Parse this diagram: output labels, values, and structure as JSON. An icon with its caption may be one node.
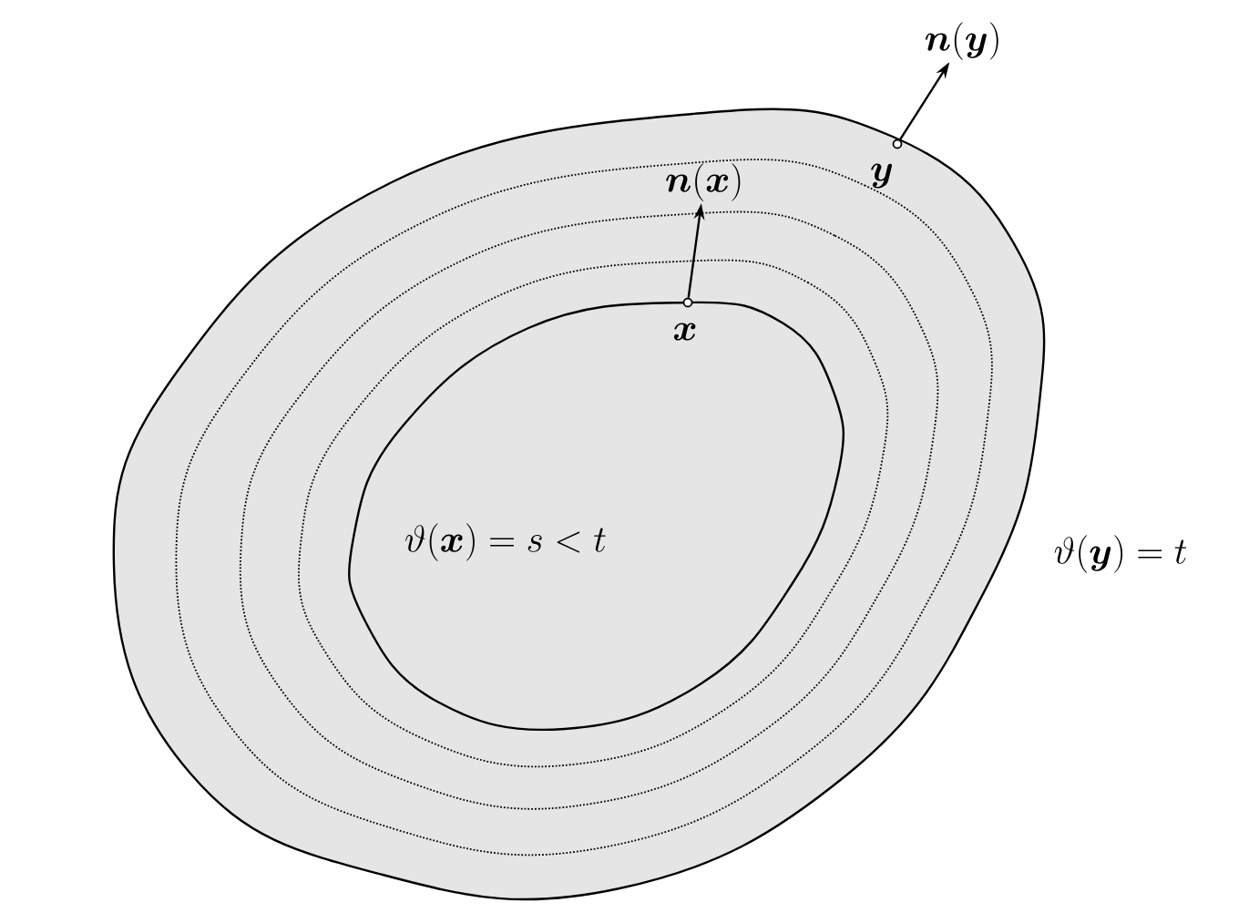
{
  "diagram": {
    "nodes": [
      {
        "text": [],
        "shape": "blob",
        "beside": [
          "\\vartheta(\\boldsymbol{y}) = t"
        ]
      },
      {
        "text": [
          "\\vartheta(\\boldsymbol{x}) = s < t"
        ],
        "in": 0
      },
      {
        "text": [],
        "shape": "circle",
        "beside": [
          "\\boldsymbol{x}"
        ],
        "in": 0
      },
      {
        "text": [],
        "shape": "circle",
        "beside": [
          "\\boldsymbol{y}"
        ],
        "in": 0
      },
      {
        "text": [
          "\\boldsymbol{n}(\\boldsymbol{x})"
        ],
        "in": 0
      },
      {
        "text": [
          "\\boldsymbol{n}(\\boldsymbol{y})"
        ]
      }
    ],
    "edges": [
      {
        "from": 2,
        "to": 4,
        "arrow": "to"
      },
      {
        "from": 3,
        "to": 5,
        "arrow": "to"
      }
    ]
  }
}
